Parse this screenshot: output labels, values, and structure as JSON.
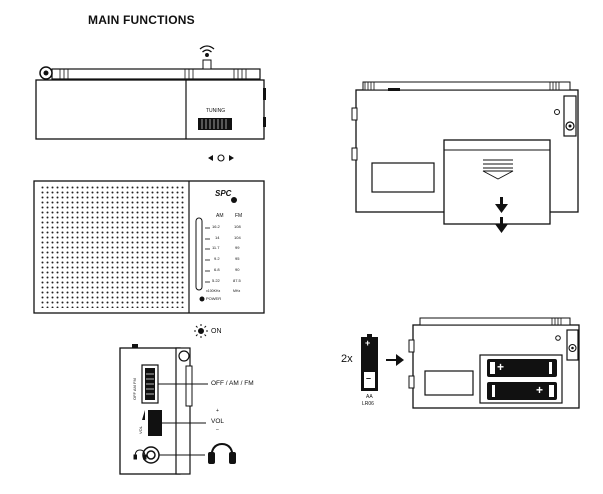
{
  "title": "MAIN FUNCTIONS",
  "tuning_label": "TUNING",
  "brand": "SPC",
  "band_headers": [
    "AM",
    "FM"
  ],
  "scale_rows": [
    [
      "16.2",
      "108"
    ],
    [
      "14",
      "104"
    ],
    [
      "11.7",
      "99"
    ],
    [
      "9.2",
      "95"
    ],
    [
      "6.8",
      "90"
    ],
    [
      "5.22",
      "87.5"
    ]
  ],
  "scale_units": [
    "x100KHz",
    "MHz"
  ],
  "power_label": "POWER",
  "on_label": "ON",
  "switch_label": "OFF / AM / FM",
  "switch_side_text": "OFF AM FM",
  "vol_side_text": "VOL",
  "vol_label": "VOL",
  "vol_plus": "+",
  "vol_minus": "–",
  "battery_count": "2x",
  "battery_type": "AA",
  "battery_code": "LR06",
  "battery_plus": "+",
  "battery_minus": "–"
}
